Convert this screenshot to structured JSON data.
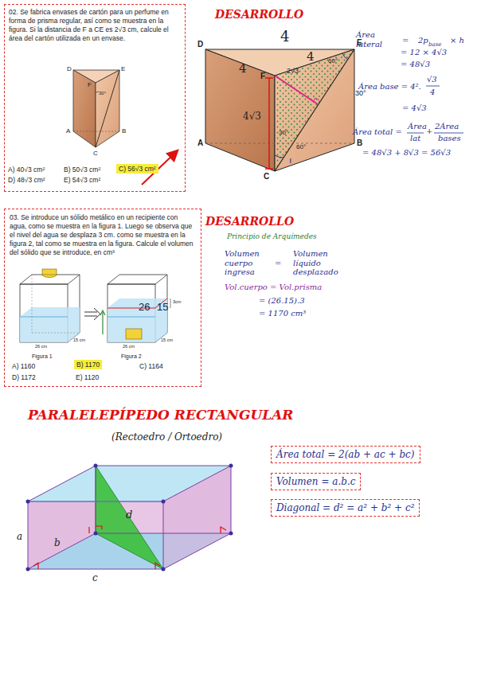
{
  "diagram": {
    "nodes": [
      {
        "text": [
          "02. Se fabrica envases de cartón para un perfume en forma de prisma regular, así como se muestra en la figura. Si la distancia de F a CE es 2√3 cm, calcule el área del cartón utilizada en un envase."
        ]
      },
      {
        "text": [
          "C) 56√3 cm²"
        ],
        "in": 0
      },
      {
        "text": [
          "03. Se introduce un sólido metálico en un recipiente con agua, como se muestra en la figura 1. Luego se observa que el nivel del agua se desplaza 3 cm. como se muestra en la figura 2, tal como se muestra en la figura. Calcule el volumen del sólido que se introduce, en cm³"
        ]
      },
      {
        "text": [
          "B) 1170"
        ],
        "in": 2
      },
      {
        "text": [
          "Área total = 2(ab + ac + bc)"
        ]
      },
      {
        "text": [
          "Volumen = a.b.c"
        ]
      },
      {
        "text": [
          "Diagonal = d² = a² + b² + c²"
        ]
      }
    ],
    "labels": [
      "D",
      "E",
      "F",
      "30°",
      "A",
      "B",
      "C",
      "A) 40√3 cm²",
      "B) 50√3 cm²",
      "D) 48√3 cm²",
      "E) 54√3 cm²",
      "DESARROLLO",
      "4",
      "D",
      "E",
      "4",
      "4",
      "60°",
      "2√3",
      "F",
      "4√3",
      "30°",
      "A",
      "B",
      "30°",
      "60°",
      "C",
      "Área lateral",
      "=",
      "2p",
      "base",
      "× h",
      "= 12 × 4√3",
      "= 48√3",
      "Área base = 4².",
      "√3",
      "4",
      "= 4√3",
      "Área total =",
      "Área",
      "lat",
      "+",
      "2Área",
      "bases",
      "= 48√3 + 8√3 = 56√3",
      "Figura 1",
      "Figura 2",
      "26 cm",
      "15 cm",
      "26 cm",
      "15 cm",
      "3cm",
      "26",
      "15",
      "A) 1160",
      "C) 1164",
      "D) 1172",
      "E) 1120",
      "DESARROLLO",
      "Principio de Arquímedes",
      "Volumen cuerpo ingresa",
      "=",
      "Volumen líquido desplazado",
      "Vol.cuerpo = Vol.prisma",
      "= (26.15).3",
      "= 1170 cm³",
      "PARALELEPÍPEDO RECTANGULAR",
      "(Rectoedro / Ortoedro)",
      "d",
      "a",
      "b",
      "c"
    ]
  }
}
